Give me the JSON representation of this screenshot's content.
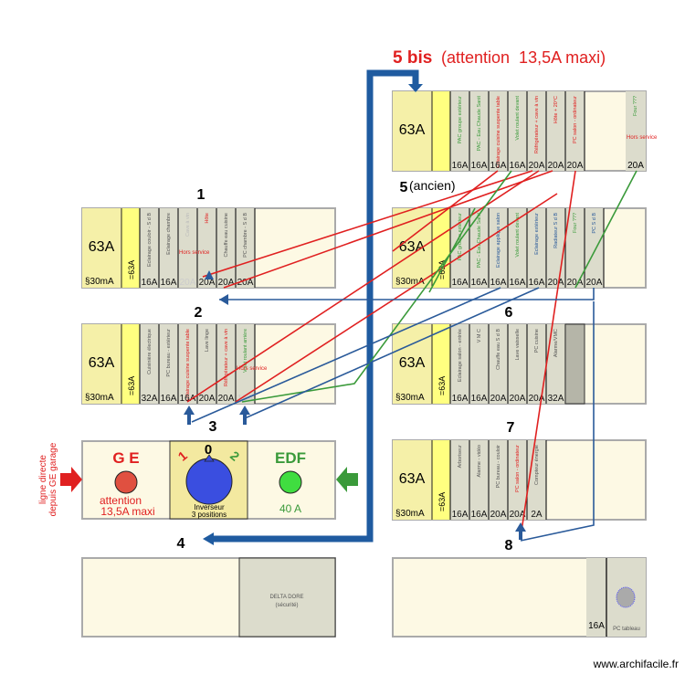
{
  "colors": {
    "red": "#e02020",
    "green": "#3a9a3a",
    "blue": "#2a5a9a",
    "main_fill": "#f5f0a8",
    "second_fill": "#ffff80",
    "module_fill": "#dcdccc",
    "cream": "#fdf9e4",
    "thick_blue": "#1f5ba0"
  },
  "labels": {
    "n1": "1",
    "n2": "2",
    "n3": "3",
    "n4": "4",
    "n6": "6",
    "n7": "7",
    "n8": "8",
    "n5bis": "5 bis",
    "n5bis_note": "(attention  13,5A maxi)",
    "n5": "5",
    "n5_note": "(ancien)"
  },
  "panels": [
    {
      "id": "1",
      "main": "63A",
      "diff": "§30mA",
      "second": "=63A",
      "modules": [
        {
          "label": "Eclairage couloir - S d B",
          "rating": "16A",
          "color": "#555"
        },
        {
          "label": "Eclairage chambre",
          "rating": "16A",
          "color": "#555"
        },
        {
          "label": "Cave à vin",
          "rating": "20A",
          "color": "#bbb",
          "rating_color": "#ccc",
          "note": "Hors service",
          "note_color": "#e02020"
        },
        {
          "label": "Hôte",
          "rating": "20A",
          "color": "#e02020"
        },
        {
          "label": "Chauffe eau cuisine",
          "rating": "20A",
          "color": "#555"
        },
        {
          "label": "PC chambre - S d B",
          "rating": "20A",
          "color": "#555"
        }
      ]
    },
    {
      "id": "2",
      "main": "63A",
      "diff": "§30mA",
      "second": "=63A",
      "modules": [
        {
          "label": "Cuisinière électrique",
          "rating": "32A",
          "color": "#555"
        },
        {
          "label": "PC bureau - extérieur",
          "rating": "16A",
          "color": "#555"
        },
        {
          "label": "Eclairage cuisine suspente table",
          "rating": "16A",
          "color": "#e02020"
        },
        {
          "label": "Lave linge",
          "rating": "20A",
          "color": "#555"
        },
        {
          "label": "Réfrigérateur + cave à vin",
          "rating": "20A",
          "color": "#e02020"
        },
        {
          "label": "Volet roulant arrière",
          "rating": "16A",
          "color": "#3a9a3a",
          "rating_color": "#ccc",
          "note": "Hors service",
          "note_color": "#e02020"
        }
      ]
    },
    {
      "id": "5bis",
      "main": "63A",
      "diff": "",
      "second": "",
      "modules": [
        {
          "label": "PAC groupe extérieur",
          "rating": "16A",
          "color": "#3a9a3a"
        },
        {
          "label": "PAC - Eau Chaude Sanit",
          "rating": "16A",
          "color": "#3a9a3a"
        },
        {
          "label": "Eclairage cuisine suspente table",
          "rating": "16A",
          "color": "#e02020"
        },
        {
          "label": "Volet roulant devant",
          "rating": "16A",
          "color": "#3a9a3a"
        },
        {
          "label": "Réfrigérateur + cave à vin",
          "rating": "20A",
          "color": "#e02020"
        },
        {
          "label": "Hôte + 20°C",
          "rating": "20A",
          "color": "#e02020"
        },
        {
          "label": "PC salon - ordinateur",
          "rating": "20A",
          "color": "#e02020"
        }
      ],
      "extra": {
        "label": "Four ???",
        "rating": "20A",
        "color": "#3a9a3a",
        "note": "Hors service",
        "note_color": "#e02020"
      }
    },
    {
      "id": "5",
      "main": "63A",
      "diff": "§30mA",
      "second": "=63A",
      "modules": [
        {
          "label": "PAC groupe extérieur",
          "rating": "16A",
          "color": "#3a9a3a"
        },
        {
          "label": "PAC - Eau Chaude Sanit",
          "rating": "16A",
          "color": "#3a9a3a"
        },
        {
          "label": "Eclairage applique salon",
          "rating": "16A",
          "color": "#2a5a9a"
        },
        {
          "label": "Volet roulant devant",
          "rating": "16A",
          "color": "#3a9a3a"
        },
        {
          "label": "Eclairage extérieur",
          "rating": "16A",
          "color": "#2a5a9a"
        },
        {
          "label": "Radiateur S d B",
          "rating": "20A",
          "color": "#2a5a9a"
        },
        {
          "label": "Four ???",
          "rating": "20A",
          "color": "#3a9a3a"
        },
        {
          "label": "PC S d B",
          "rating": "20A",
          "color": "#2a5a9a"
        }
      ]
    },
    {
      "id": "6",
      "main": "63A",
      "diff": "§30mA",
      "second": "=63A",
      "modules": [
        {
          "label": "Eclairage salon - entrée",
          "rating": "16A",
          "color": "#555"
        },
        {
          "label": "V M C",
          "rating": "16A",
          "color": "#555"
        },
        {
          "label": "Chauffe eau S d B",
          "rating": "20A",
          "color": "#555"
        },
        {
          "label": "Lave vaisselle",
          "rating": "20A",
          "color": "#555"
        },
        {
          "label": "PC cuisine",
          "rating": "20A",
          "color": "#555"
        },
        {
          "label": "Alarme/VMC",
          "rating": "32A",
          "color": "#555"
        }
      ],
      "blank": true
    },
    {
      "id": "7",
      "main": "63A",
      "diff": "§30mA",
      "second": "=63A",
      "modules": [
        {
          "label": "Arboriseur",
          "rating": "16A",
          "color": "#555"
        },
        {
          "label": "Alarme - vidéo",
          "rating": "16A",
          "color": "#555"
        },
        {
          "label": "PC bureau - couloir",
          "rating": "20A",
          "color": "#555"
        },
        {
          "label": "PC salon - ordinateur",
          "rating": "20A",
          "color": "#e02020"
        },
        {
          "label": "Compteur énergie",
          "rating": "2A",
          "color": "#555"
        }
      ]
    }
  ],
  "switch_panel": {
    "ge_title": "G E",
    "ge_note1": "attention",
    "ge_note2": "13,5A maxi",
    "pos0": "0",
    "pos1": "1",
    "pos2": "2",
    "inverter1": "Inverseur",
    "inverter2": "3 positions",
    "edf_title": "EDF",
    "edf_rating": "40 A",
    "side_note1": "ligne directe",
    "side_note2": "depuis GE garage"
  },
  "panel4": {
    "delta1": "DELTA  DORE",
    "delta2": "(sécurité)"
  },
  "panel8": {
    "rating": "16A",
    "pc": "PC tableau"
  },
  "watermark": "www.archifacile.fr"
}
